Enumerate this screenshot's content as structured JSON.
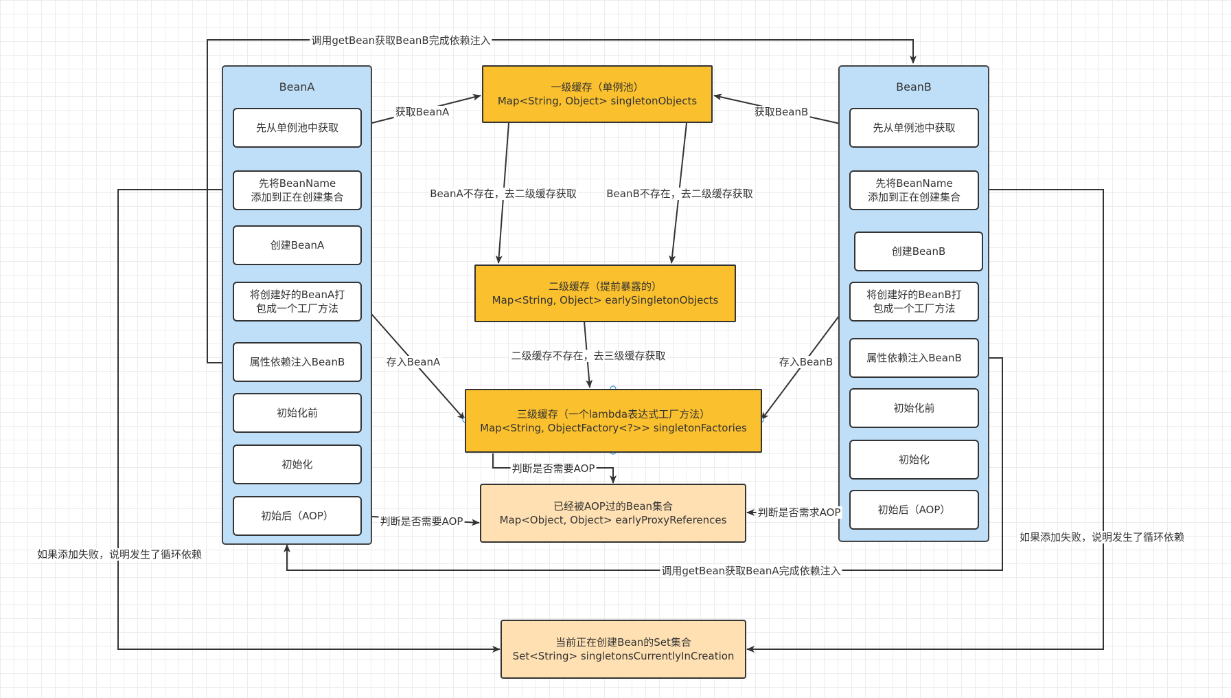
{
  "bean_a": {
    "title": "BeanA",
    "steps": [
      "先从单例池中获取",
      "先将BeanName\n添加到正在创建集合",
      "创建BeanA",
      "将创建好的BeanA打\n包成一个工厂方法",
      "属性依赖注入BeanB",
      "初始化前",
      "初始化",
      "初始后（AOP）"
    ]
  },
  "bean_b": {
    "title": "BeanB",
    "steps": [
      "先从单例池中获取",
      "先将BeanName\n添加到正在创建集合",
      "创建BeanB",
      "将创建好的BeanB打\n包成一个工厂方法",
      "属性依赖注入BeanB",
      "初始化前",
      "初始化",
      "初始后（AOP）"
    ]
  },
  "caches": {
    "level1": "一级缓存（单例池）\nMap<String, Object> singletonObjects",
    "level2": "二级缓存（提前暴露的）\nMap<String, Object> earlySingletonObjects",
    "level3": "三级缓存（一个lambda表达式工厂方法）\nMap<String, ObjectFactory<?>> singletonFactories",
    "aop_set": "已经被AOP过的Bean集合\nMap<Object, Object> earlyProxyReferences",
    "creating_set": "当前正在创建Bean的Set集合\nSet<String> singletonsCurrentlyInCreation"
  },
  "edge_labels": {
    "top_call": "调用getBean获取BeanB完成依赖注入",
    "bottom_call": "调用getBean获取BeanA完成依赖注入",
    "get_a": "获取BeanA",
    "get_b": "获取BeanB",
    "a_not_exist": "BeanA不存在，去二级缓存获取",
    "b_not_exist": "BeanB不存在，去二级缓存获取",
    "l2_not_exist": "二级缓存不存在，去三级缓存获取",
    "store_a": "存入BeanA",
    "store_b": "存入BeanB",
    "judge_aop_mid": "判断是否需要AOP",
    "judge_aop_left": "判断是否需要AOP",
    "judge_aop_right": "判断是否需求AOP",
    "fail_left": "如果添加失败，说明发生了循环依赖",
    "fail_right": "如果添加失败，说明发生了循环依赖"
  },
  "colors": {
    "panel": "#bfdff8",
    "cache_yellow": "#fbc02d",
    "cache_peach": "#ffe0b2",
    "line": "#333333"
  }
}
